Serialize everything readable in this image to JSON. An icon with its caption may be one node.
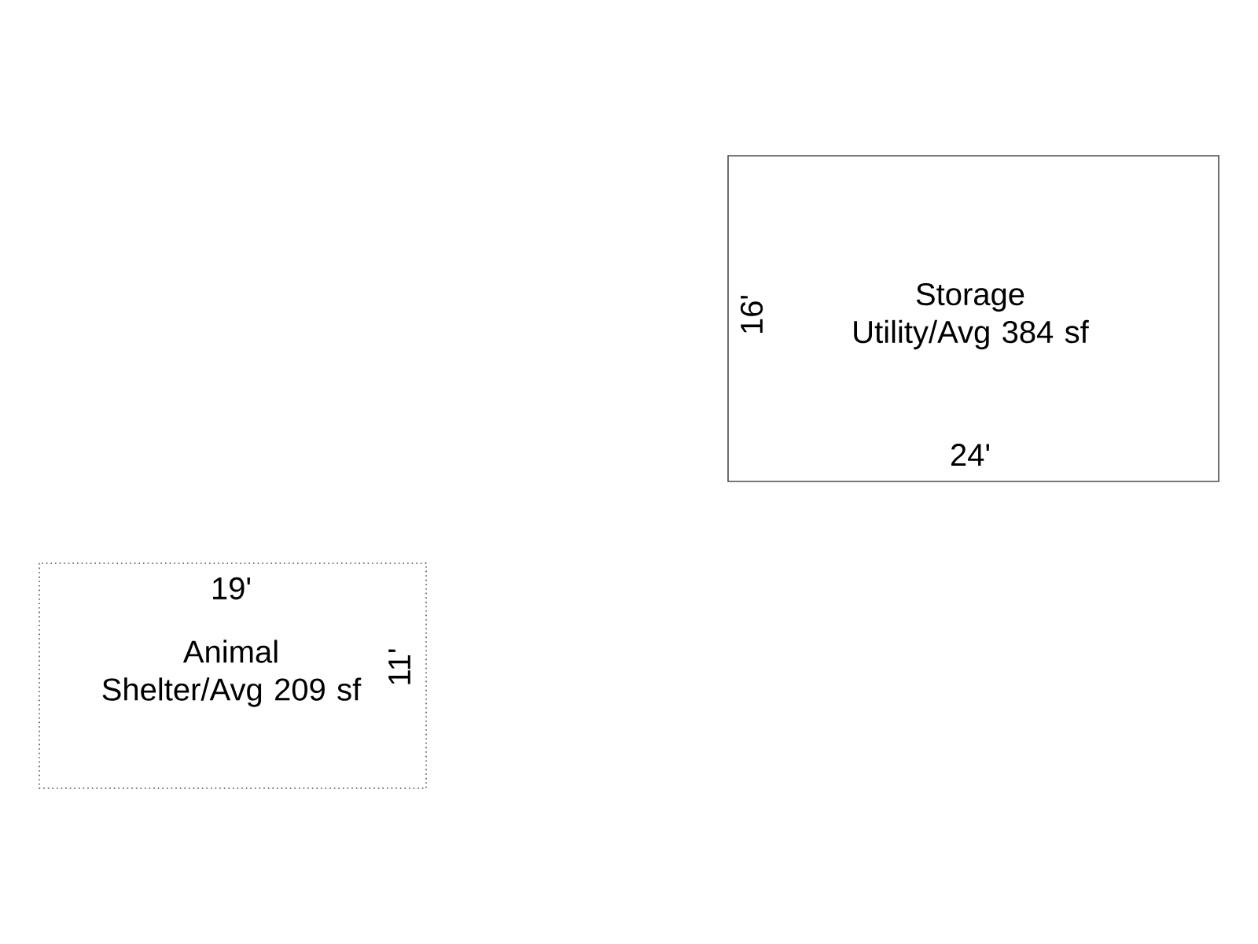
{
  "diagram": {
    "nodes": [
      {
        "text": [
          "Storage Utility/Avg 384 sf"
        ]
      },
      {
        "text": [
          "Animal Shelter/Avg 209 sf"
        ]
      }
    ],
    "labels": [
      "16'",
      "24'",
      "19'",
      "11'"
    ]
  }
}
